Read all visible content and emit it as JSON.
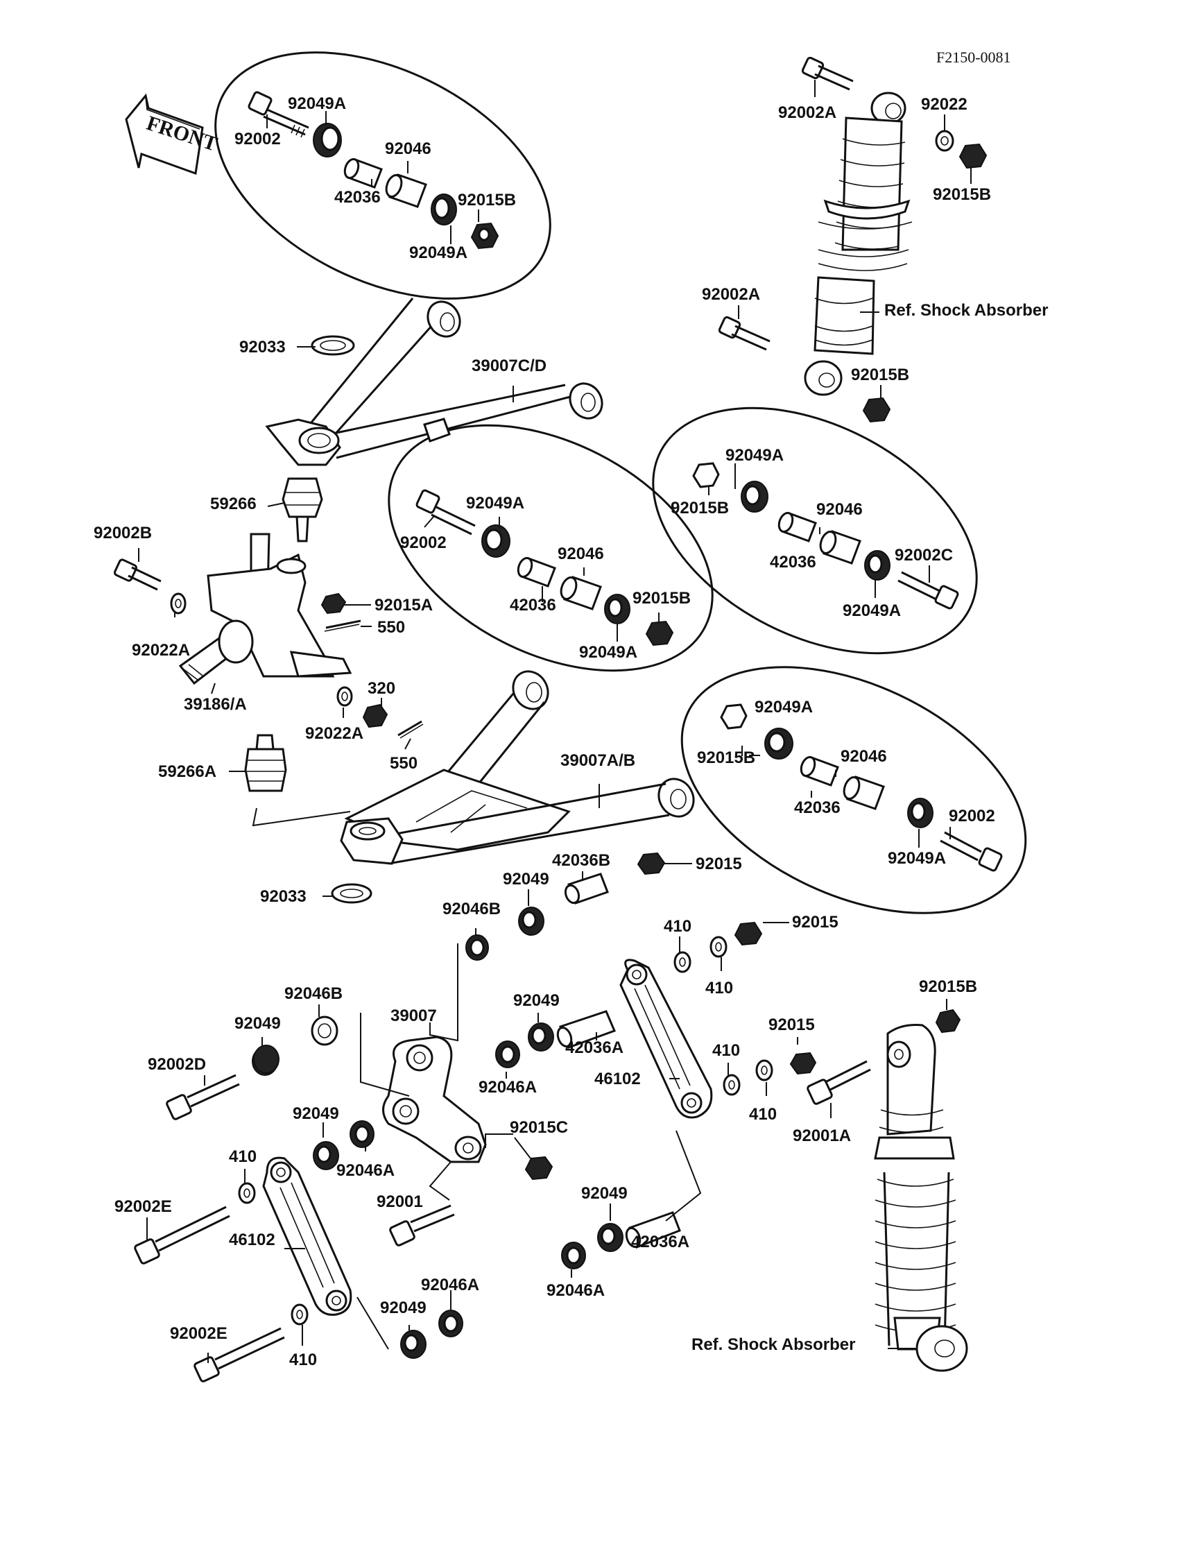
{
  "figure_code": "F2150-0081",
  "front_label": "FRONT",
  "labels": [
    {
      "id": "l1",
      "text": "92049A"
    },
    {
      "id": "l2",
      "text": "92002"
    },
    {
      "id": "l3",
      "text": "92046"
    },
    {
      "id": "l4",
      "text": "42036"
    },
    {
      "id": "l5",
      "text": "92015B"
    },
    {
      "id": "l6",
      "text": "92049A"
    },
    {
      "id": "l7",
      "text": "92002A"
    },
    {
      "id": "l8",
      "text": "92022"
    },
    {
      "id": "l9",
      "text": "92015B"
    },
    {
      "id": "l10",
      "text": "92002A"
    },
    {
      "id": "l11",
      "text": "Ref. Shock Absorber"
    },
    {
      "id": "l12",
      "text": "92015B"
    },
    {
      "id": "l13",
      "text": "92033"
    },
    {
      "id": "l14",
      "text": "39007C/D"
    },
    {
      "id": "l15",
      "text": "92049A"
    },
    {
      "id": "l16",
      "text": "92015B"
    },
    {
      "id": "l17",
      "text": "92046"
    },
    {
      "id": "l18",
      "text": "42036"
    },
    {
      "id": "l19",
      "text": "92002C"
    },
    {
      "id": "l20",
      "text": "92049A"
    },
    {
      "id": "l21",
      "text": "59266"
    },
    {
      "id": "l22",
      "text": "92049A"
    },
    {
      "id": "l23",
      "text": "92002"
    },
    {
      "id": "l24",
      "text": "92046"
    },
    {
      "id": "l25",
      "text": "42036"
    },
    {
      "id": "l26",
      "text": "92015B"
    },
    {
      "id": "l27",
      "text": "92049A"
    },
    {
      "id": "l28",
      "text": "92002B"
    },
    {
      "id": "l29",
      "text": "92015A"
    },
    {
      "id": "l30",
      "text": "550"
    },
    {
      "id": "l31",
      "text": "92022A"
    },
    {
      "id": "l32",
      "text": "39186/A"
    },
    {
      "id": "l33",
      "text": "320"
    },
    {
      "id": "l34",
      "text": "92022A"
    },
    {
      "id": "l35",
      "text": "550"
    },
    {
      "id": "l36",
      "text": "59266A"
    },
    {
      "id": "l37",
      "text": "39007A/B"
    },
    {
      "id": "l38",
      "text": "92049A"
    },
    {
      "id": "l39",
      "text": "92015B"
    },
    {
      "id": "l40",
      "text": "92046"
    },
    {
      "id": "l41",
      "text": "42036"
    },
    {
      "id": "l42",
      "text": "92002"
    },
    {
      "id": "l43",
      "text": "92049A"
    },
    {
      "id": "l44",
      "text": "42036B"
    },
    {
      "id": "l45",
      "text": "92015"
    },
    {
      "id": "l46",
      "text": "92049"
    },
    {
      "id": "l47",
      "text": "92033"
    },
    {
      "id": "l48",
      "text": "92046B"
    },
    {
      "id": "l49",
      "text": "410"
    },
    {
      "id": "l50",
      "text": "92015"
    },
    {
      "id": "l51",
      "text": "410"
    },
    {
      "id": "l52",
      "text": "92015B"
    },
    {
      "id": "l53",
      "text": "92046B"
    },
    {
      "id": "l54",
      "text": "39007"
    },
    {
      "id": "l55",
      "text": "92049"
    },
    {
      "id": "l56",
      "text": "42036A"
    },
    {
      "id": "l57",
      "text": "92049"
    },
    {
      "id": "l58",
      "text": "92015"
    },
    {
      "id": "l59",
      "text": "410"
    },
    {
      "id": "l60",
      "text": "92002D"
    },
    {
      "id": "l61",
      "text": "92046A"
    },
    {
      "id": "l62",
      "text": "46102"
    },
    {
      "id": "l63",
      "text": "410"
    },
    {
      "id": "l64",
      "text": "92001A"
    },
    {
      "id": "l65",
      "text": "92049"
    },
    {
      "id": "l66",
      "text": "92015C"
    },
    {
      "id": "l67",
      "text": "92046A"
    },
    {
      "id": "l68",
      "text": "410"
    },
    {
      "id": "l69",
      "text": "92001"
    },
    {
      "id": "l70",
      "text": "92049"
    },
    {
      "id": "l71",
      "text": "92002E"
    },
    {
      "id": "l72",
      "text": "42036A"
    },
    {
      "id": "l73",
      "text": "46102"
    },
    {
      "id": "l74",
      "text": "92046A"
    },
    {
      "id": "l75",
      "text": "92046A"
    },
    {
      "id": "l76",
      "text": "92049"
    },
    {
      "id": "l77",
      "text": "92002E"
    },
    {
      "id": "l78",
      "text": "410"
    },
    {
      "id": "l79",
      "text": "Ref. Shock Absorber"
    }
  ]
}
